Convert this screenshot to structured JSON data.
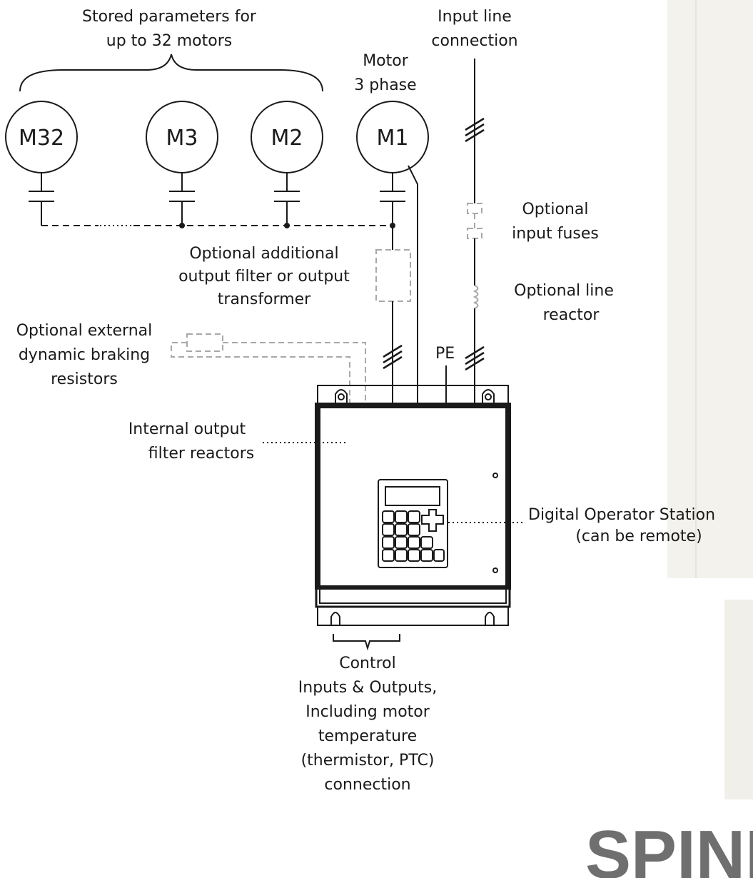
{
  "labels": {
    "stored_params": [
      "Stored parameters for",
      "up to 32 motors"
    ],
    "motor_3phase": [
      "Motor",
      "3 phase"
    ],
    "input_line": [
      "Input line",
      "connection"
    ],
    "input_fuses": [
      "Optional",
      "input fuses"
    ],
    "output_filter": [
      "Optional additional",
      "output filter or output",
      "transformer"
    ],
    "line_reactor": [
      "Optional line",
      "reactor"
    ],
    "braking": [
      "Optional external",
      "dynamic braking",
      "resistors"
    ],
    "pe": "PE",
    "internal_filter": [
      "Internal output",
      "filter reactors"
    ],
    "operator_station": [
      "Digital Operator Station",
      "(can be remote)"
    ],
    "control_io": [
      "Control",
      "Inputs & Outputs,",
      "Including motor",
      "temperature",
      "(thermistor, PTC)",
      "connection"
    ]
  },
  "motors": [
    "M32",
    "M3",
    "M2",
    "M1"
  ],
  "watermark": "SPIND",
  "colors": {
    "line": "#1a1a1a",
    "optional": "#a8a8a8",
    "watermark": "#6f6f6f",
    "panel_edge": "#e6e3db"
  }
}
